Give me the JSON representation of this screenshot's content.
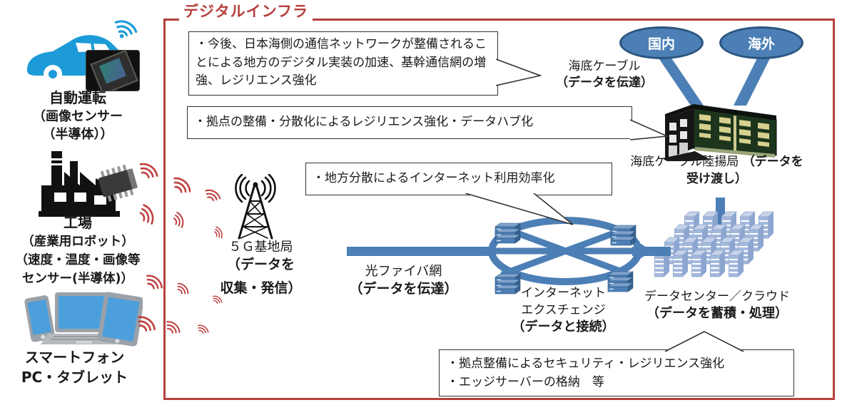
{
  "diagram_title": "デジタルインフラ",
  "colors": {
    "frame_red": "#B5403D",
    "infra_blue": "#4C7FB5",
    "rack_blue": "#A3B8DC",
    "wave_red": "#BE3F3E",
    "device_blue": "#1C9BD8",
    "building_green": "#1C351C"
  },
  "icons": [
    "car-icon",
    "wifi-icon",
    "image-sensor-photo",
    "factory-icon",
    "semiconductor-chip-icon",
    "smartphone-icon",
    "laptop-icon",
    "tablet-icon",
    "radio-wave-icon",
    "cell-tower-icon",
    "internet-exchange-icon",
    "server-icon",
    "datacenter-racks-icon",
    "landing-station-building-icon",
    "cable-icon"
  ],
  "callouts": {
    "network": "・今後、日本海側の通信ネットワークが整備されることによる地方のデジタル実装の加速、基幹通信網の増強、レジリエンス強化",
    "hub": "・拠点の整備・分散化によるレジリエンス強化・データハブ化",
    "internet": "・地方分散によるインターネット利用効率化",
    "security_line1": "・拠点整備によるセキュリティ・レジリエンス強化",
    "security_line2": "・エッジサーバーの格納　等"
  },
  "sources": {
    "car": {
      "title": "自動運転",
      "line2": "（画像センサー",
      "line3": "（半導体））"
    },
    "factory": {
      "title": "工場",
      "line2": "（産業用ロボット）",
      "line3": "（速度・温度・画像等",
      "line4": "センサー(半導体)）"
    },
    "devices": {
      "line1": "スマートフォン",
      "line2": "PC・タブレット"
    }
  },
  "infra": {
    "base_station": {
      "name": "５Ｇ基地局",
      "func1": "（データを",
      "func2": "収集・発信）"
    },
    "fiber": {
      "name": "光ファイバ網",
      "func": "（データを伝達）"
    },
    "exchange": {
      "name1": "インターネット",
      "name2": "エクスチェンジ",
      "func": "（データと接続）"
    },
    "datacenter": {
      "name": "データセンター／クラウド",
      "func": "（データを蓄積・処理）"
    },
    "submarine_cable": {
      "name": "海底ケーブル",
      "func": "（データを伝達）"
    },
    "landing_station": {
      "name": "海底ケーブル陸揚局",
      "func_part1": "（データを",
      "func_part2": "受け渡し）"
    },
    "domestic": "国内",
    "overseas": "海外"
  }
}
